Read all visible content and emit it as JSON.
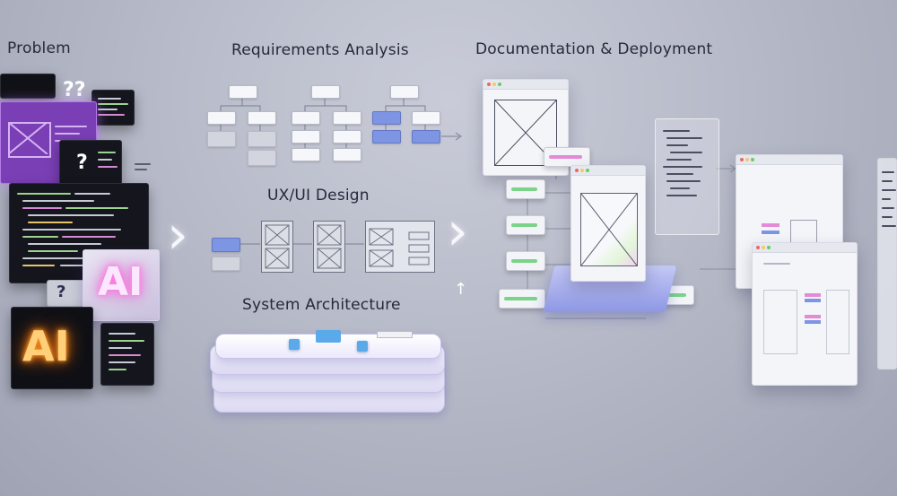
{
  "stages": {
    "problem": "Problem",
    "requirements": "Requirements Analysis",
    "uxui": "UX/UI Design",
    "architecture": "System Architecture",
    "documentation": "Documentation & Deployment"
  },
  "problem_panel": {
    "question_marks_top": "??",
    "question_mark_mid": "?",
    "question_mark_small": "?",
    "ai_large": "AI",
    "ai_small": "AI"
  },
  "colors": {
    "accent_blue": "#7d95e2",
    "ai_glow": "#ff9a2a",
    "ai_pink": "#ff9ce6",
    "cube_blue": "#5aa9ea",
    "chip_green": "#7bd38a",
    "chip_pink": "#e58ad6"
  },
  "icons": [
    "chevron-right-icon",
    "wireframe-icon",
    "question-mark-icon",
    "code-window-icon"
  ]
}
